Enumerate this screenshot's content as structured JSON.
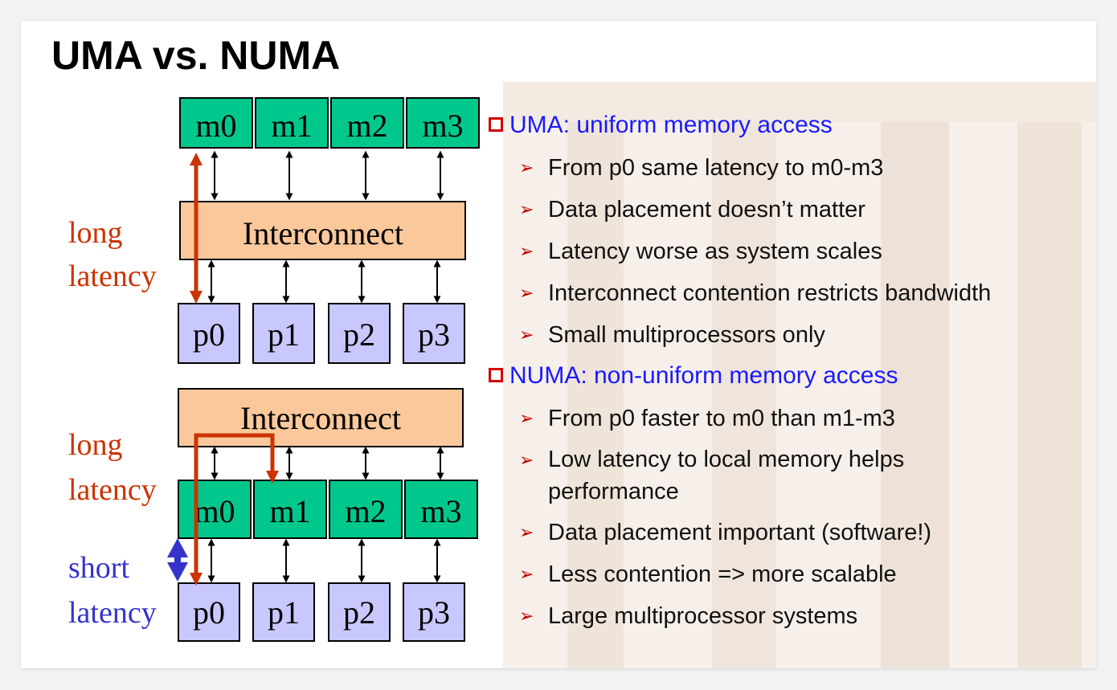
{
  "title": "UMA vs. NUMA",
  "uma_diagram": {
    "memories": [
      "m0",
      "m1",
      "m2",
      "m3"
    ],
    "interconnect": "Interconnect",
    "processors": [
      "p0",
      "p1",
      "p2",
      "p3"
    ],
    "long_latency_label": [
      "long",
      "latency"
    ]
  },
  "numa_diagram": {
    "interconnect": "Interconnect",
    "memories": [
      "m0",
      "m1",
      "m2",
      "m3"
    ],
    "processors": [
      "p0",
      "p1",
      "p2",
      "p3"
    ],
    "long_latency_label": [
      "long",
      "latency"
    ],
    "short_latency_label": [
      "short",
      "latency"
    ]
  },
  "bullets": {
    "uma_heading": "UMA: uniform memory access",
    "uma_points": [
      "From p0 same latency to m0-m3",
      "Data placement doesn’t matter",
      "Latency worse as system scales",
      "Interconnect contention restricts bandwidth",
      "Small multiprocessors only"
    ],
    "numa_heading": "NUMA: non-uniform memory access",
    "numa_points": [
      "From p0 faster to m0 than m1-m3",
      "Low latency to local memory helps performance",
      "Data placement important (software!)",
      "Less contention => more scalable",
      "Large multiprocessor systems"
    ],
    "bullet_arrow": "➢"
  },
  "colors": {
    "memory_fill": "#00c88c",
    "processor_fill": "#c8c8ff",
    "interconnect_fill": "#fac89b",
    "long_latency": "#cc3300",
    "short_latency": "#3333cc",
    "heading_blue": "#1a1aff",
    "bullet_box": "#d40000"
  }
}
